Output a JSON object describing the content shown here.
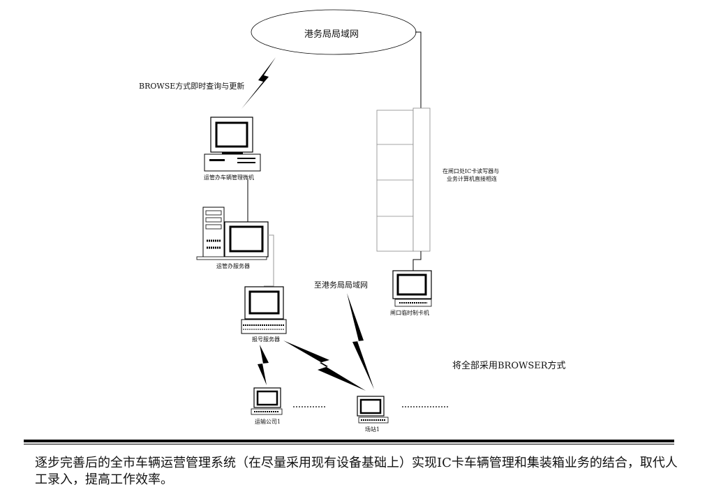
{
  "nodes": {
    "cloud": "港务局局域网",
    "browse_note": "BROWSE方式即时查询与更新",
    "office_pc": "运管办车辆管理微机",
    "office_server": "运管办服务器",
    "report_server": "报号服务器",
    "gate_note_line1": "在闸口处IC卡读写器与",
    "gate_note_line2": "业务计算机直接相连",
    "gate_pc": "闸口临时制卡机",
    "to_lan": "至港务局局域网",
    "browser_note": "将全部采用BROWSER方式",
    "transport_company": "运输公司1",
    "station": "场站1"
  },
  "caption": "逐步完善后的全市车辆运营管理系统（在尽量采用现有设备基础上）实现IC卡车辆管理和集装箱业务的结合，取代人工录入，提高工作效率。"
}
